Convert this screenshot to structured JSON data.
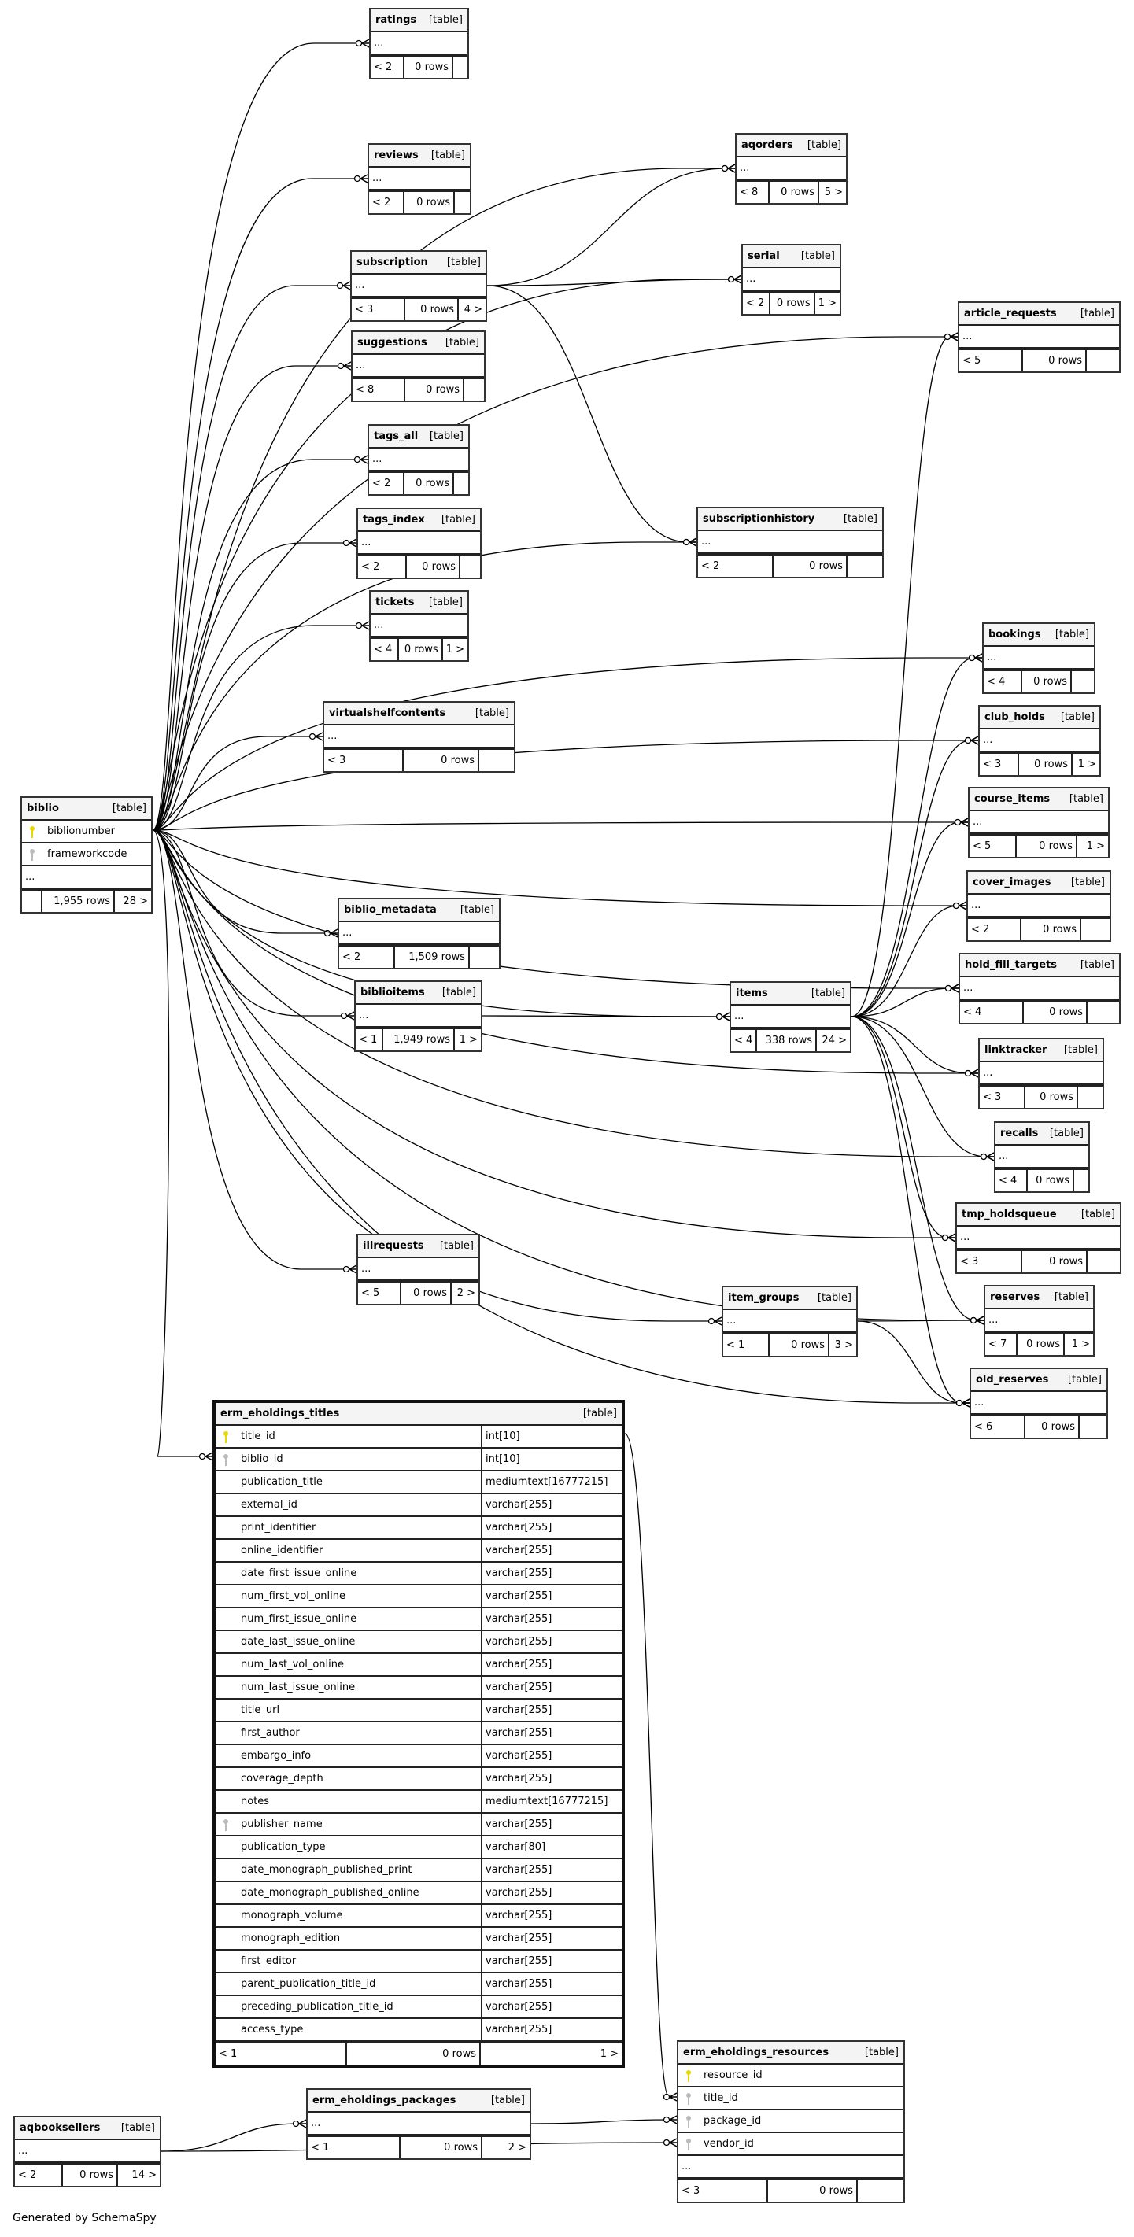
{
  "footer": "Generated by SchemaSpy",
  "table_tag": "[table]",
  "ellipsis": "...",
  "tables": {
    "ratings": {
      "name": "ratings",
      "parents": "< 2",
      "rows": "0 rows",
      "children": ""
    },
    "reviews": {
      "name": "reviews",
      "parents": "< 2",
      "rows": "0 rows",
      "children": ""
    },
    "subscription": {
      "name": "subscription",
      "parents": "< 3",
      "rows": "0 rows",
      "children": "4 >"
    },
    "suggestions": {
      "name": "suggestions",
      "parents": "< 8",
      "rows": "0 rows",
      "children": ""
    },
    "tags_all": {
      "name": "tags_all",
      "parents": "< 2",
      "rows": "0 rows",
      "children": ""
    },
    "tags_index": {
      "name": "tags_index",
      "parents": "< 2",
      "rows": "0 rows",
      "children": ""
    },
    "tickets": {
      "name": "tickets",
      "parents": "< 4",
      "rows": "0 rows",
      "children": "1 >"
    },
    "virtualshelfcontents": {
      "name": "virtualshelfcontents",
      "parents": "< 3",
      "rows": "0 rows",
      "children": ""
    },
    "aqorders": {
      "name": "aqorders",
      "parents": "< 8",
      "rows": "0 rows",
      "children": "5 >"
    },
    "serial": {
      "name": "serial",
      "parents": "< 2",
      "rows": "0 rows",
      "children": "1 >"
    },
    "article_requests": {
      "name": "article_requests",
      "parents": "< 5",
      "rows": "0 rows",
      "children": ""
    },
    "subscriptionhistory": {
      "name": "subscriptionhistory",
      "parents": "< 2",
      "rows": "0 rows",
      "children": ""
    },
    "bookings": {
      "name": "bookings",
      "parents": "< 4",
      "rows": "0 rows",
      "children": ""
    },
    "club_holds": {
      "name": "club_holds",
      "parents": "< 3",
      "rows": "0 rows",
      "children": "1 >"
    },
    "course_items": {
      "name": "course_items",
      "parents": "< 5",
      "rows": "0 rows",
      "children": "1 >"
    },
    "cover_images": {
      "name": "cover_images",
      "parents": "< 2",
      "rows": "0 rows",
      "children": ""
    },
    "hold_fill_targets": {
      "name": "hold_fill_targets",
      "parents": "< 4",
      "rows": "0 rows",
      "children": ""
    },
    "linktracker": {
      "name": "linktracker",
      "parents": "< 3",
      "rows": "0 rows",
      "children": ""
    },
    "recalls": {
      "name": "recalls",
      "parents": "< 4",
      "rows": "0 rows",
      "children": ""
    },
    "tmp_holdsqueue": {
      "name": "tmp_holdsqueue",
      "parents": "< 3",
      "rows": "0 rows",
      "children": ""
    },
    "reserves": {
      "name": "reserves",
      "parents": "< 7",
      "rows": "0 rows",
      "children": "1 >"
    },
    "old_reserves": {
      "name": "old_reserves",
      "parents": "< 6",
      "rows": "0 rows",
      "children": ""
    },
    "biblio": {
      "name": "biblio",
      "parents": "",
      "rows": "1,955 rows",
      "children": "28 >",
      "columns": [
        {
          "name": "biblionumber",
          "key": "pk"
        },
        {
          "name": "frameworkcode",
          "key": "fk"
        }
      ]
    },
    "biblio_metadata": {
      "name": "biblio_metadata",
      "parents": "< 2",
      "rows": "1,509 rows",
      "children": ""
    },
    "biblioitems": {
      "name": "biblioitems",
      "parents": "< 1",
      "rows": "1,949 rows",
      "children": "1 >"
    },
    "items": {
      "name": "items",
      "parents": "< 4",
      "rows": "338 rows",
      "children": "24 >"
    },
    "illrequests": {
      "name": "illrequests",
      "parents": "< 5",
      "rows": "0 rows",
      "children": "2 >"
    },
    "item_groups": {
      "name": "item_groups",
      "parents": "< 1",
      "rows": "0 rows",
      "children": "3 >"
    },
    "erm_eholdings_titles": {
      "name": "erm_eholdings_titles",
      "parents": "< 1",
      "rows": "0 rows",
      "children": "1 >",
      "columns": [
        {
          "name": "title_id",
          "type": "int[10]",
          "key": "pk"
        },
        {
          "name": "biblio_id",
          "type": "int[10]",
          "key": "fk"
        },
        {
          "name": "publication_title",
          "type": "mediumtext[16777215]",
          "key": ""
        },
        {
          "name": "external_id",
          "type": "varchar[255]",
          "key": ""
        },
        {
          "name": "print_identifier",
          "type": "varchar[255]",
          "key": ""
        },
        {
          "name": "online_identifier",
          "type": "varchar[255]",
          "key": ""
        },
        {
          "name": "date_first_issue_online",
          "type": "varchar[255]",
          "key": ""
        },
        {
          "name": "num_first_vol_online",
          "type": "varchar[255]",
          "key": ""
        },
        {
          "name": "num_first_issue_online",
          "type": "varchar[255]",
          "key": ""
        },
        {
          "name": "date_last_issue_online",
          "type": "varchar[255]",
          "key": ""
        },
        {
          "name": "num_last_vol_online",
          "type": "varchar[255]",
          "key": ""
        },
        {
          "name": "num_last_issue_online",
          "type": "varchar[255]",
          "key": ""
        },
        {
          "name": "title_url",
          "type": "varchar[255]",
          "key": ""
        },
        {
          "name": "first_author",
          "type": "varchar[255]",
          "key": ""
        },
        {
          "name": "embargo_info",
          "type": "varchar[255]",
          "key": ""
        },
        {
          "name": "coverage_depth",
          "type": "varchar[255]",
          "key": ""
        },
        {
          "name": "notes",
          "type": "mediumtext[16777215]",
          "key": ""
        },
        {
          "name": "publisher_name",
          "type": "varchar[255]",
          "key": "fk"
        },
        {
          "name": "publication_type",
          "type": "varchar[80]",
          "key": ""
        },
        {
          "name": "date_monograph_published_print",
          "type": "varchar[255]",
          "key": ""
        },
        {
          "name": "date_monograph_published_online",
          "type": "varchar[255]",
          "key": ""
        },
        {
          "name": "monograph_volume",
          "type": "varchar[255]",
          "key": ""
        },
        {
          "name": "monograph_edition",
          "type": "varchar[255]",
          "key": ""
        },
        {
          "name": "first_editor",
          "type": "varchar[255]",
          "key": ""
        },
        {
          "name": "parent_publication_title_id",
          "type": "varchar[255]",
          "key": ""
        },
        {
          "name": "preceding_publication_title_id",
          "type": "varchar[255]",
          "key": ""
        },
        {
          "name": "access_type",
          "type": "varchar[255]",
          "key": ""
        }
      ]
    },
    "erm_eholdings_resources": {
      "name": "erm_eholdings_resources",
      "parents": "< 3",
      "rows": "0 rows",
      "children": "",
      "columns": [
        {
          "name": "resource_id",
          "key": "pk"
        },
        {
          "name": "title_id",
          "key": "fk"
        },
        {
          "name": "package_id",
          "key": "fk"
        },
        {
          "name": "vendor_id",
          "key": "fk"
        }
      ]
    },
    "erm_eholdings_packages": {
      "name": "erm_eholdings_packages",
      "parents": "< 1",
      "rows": "0 rows",
      "children": "2 >"
    },
    "aqbooksellers": {
      "name": "aqbooksellers",
      "parents": "< 2",
      "rows": "0 rows",
      "children": "14 >"
    }
  },
  "relationships": [
    [
      "biblio",
      "ratings"
    ],
    [
      "biblio",
      "reviews"
    ],
    [
      "biblio",
      "subscription"
    ],
    [
      "biblio",
      "suggestions"
    ],
    [
      "biblio",
      "tags_all"
    ],
    [
      "biblio",
      "tags_index"
    ],
    [
      "biblio",
      "tickets"
    ],
    [
      "biblio",
      "virtualshelfcontents"
    ],
    [
      "biblio",
      "aqorders"
    ],
    [
      "biblio",
      "serial"
    ],
    [
      "biblio",
      "article_requests"
    ],
    [
      "biblio",
      "subscriptionhistory"
    ],
    [
      "biblio",
      "bookings"
    ],
    [
      "biblio",
      "club_holds"
    ],
    [
      "biblio",
      "course_items"
    ],
    [
      "biblio",
      "cover_images"
    ],
    [
      "biblio",
      "biblio_metadata"
    ],
    [
      "biblio",
      "biblioitems"
    ],
    [
      "biblio",
      "items"
    ],
    [
      "biblio",
      "hold_fill_targets"
    ],
    [
      "biblio",
      "linktracker"
    ],
    [
      "biblio",
      "recalls"
    ],
    [
      "biblio",
      "tmp_holdsqueue"
    ],
    [
      "biblio",
      "illrequests"
    ],
    [
      "biblio",
      "item_groups"
    ],
    [
      "biblio",
      "reserves"
    ],
    [
      "biblio",
      "old_reserves"
    ],
    [
      "biblio",
      "erm_eholdings_titles"
    ],
    [
      "subscription",
      "aqorders"
    ],
    [
      "subscription",
      "serial"
    ],
    [
      "subscription",
      "subscriptionhistory"
    ],
    [
      "biblioitems",
      "items"
    ],
    [
      "items",
      "article_requests"
    ],
    [
      "items",
      "bookings"
    ],
    [
      "items",
      "club_holds"
    ],
    [
      "items",
      "course_items"
    ],
    [
      "items",
      "cover_images"
    ],
    [
      "items",
      "hold_fill_targets"
    ],
    [
      "items",
      "linktracker"
    ],
    [
      "items",
      "recalls"
    ],
    [
      "items",
      "tmp_holdsqueue"
    ],
    [
      "items",
      "reserves"
    ],
    [
      "items",
      "old_reserves"
    ],
    [
      "item_groups",
      "reserves"
    ],
    [
      "item_groups",
      "old_reserves"
    ],
    [
      "erm_eholdings_titles",
      "erm_eholdings_resources"
    ],
    [
      "erm_eholdings_packages",
      "erm_eholdings_resources"
    ],
    [
      "aqbooksellers",
      "erm_eholdings_packages"
    ],
    [
      "aqbooksellers",
      "erm_eholdings_resources"
    ]
  ]
}
